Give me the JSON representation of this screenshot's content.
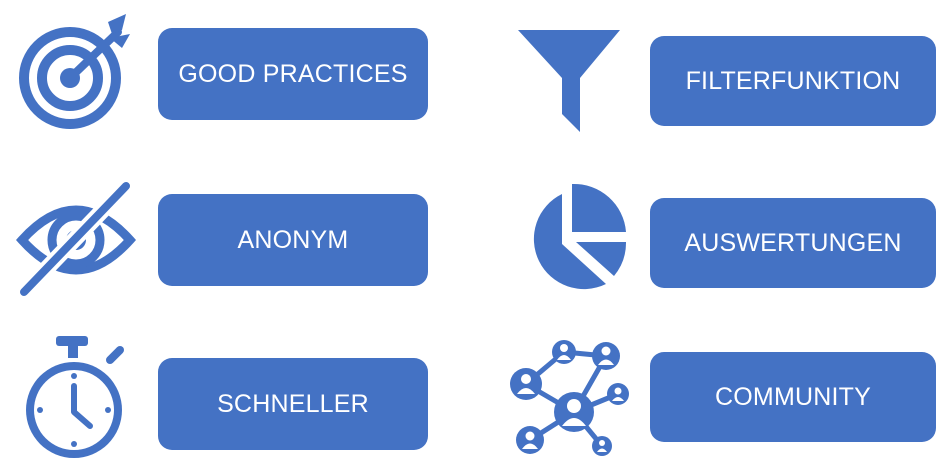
{
  "theme": {
    "accent": "#4472c4",
    "background": "#ffffff"
  },
  "features": [
    {
      "label": "GOOD PRACTICES",
      "icon": "target-icon"
    },
    {
      "label": "FILTERFUNKTION",
      "icon": "funnel-icon"
    },
    {
      "label": "ANONYM",
      "icon": "eye-slash-icon"
    },
    {
      "label": "AUSWERTUNGEN",
      "icon": "pie-chart-icon"
    },
    {
      "label": "SCHNELLER",
      "icon": "stopwatch-icon"
    },
    {
      "label": "COMMUNITY",
      "icon": "network-people-icon"
    }
  ]
}
